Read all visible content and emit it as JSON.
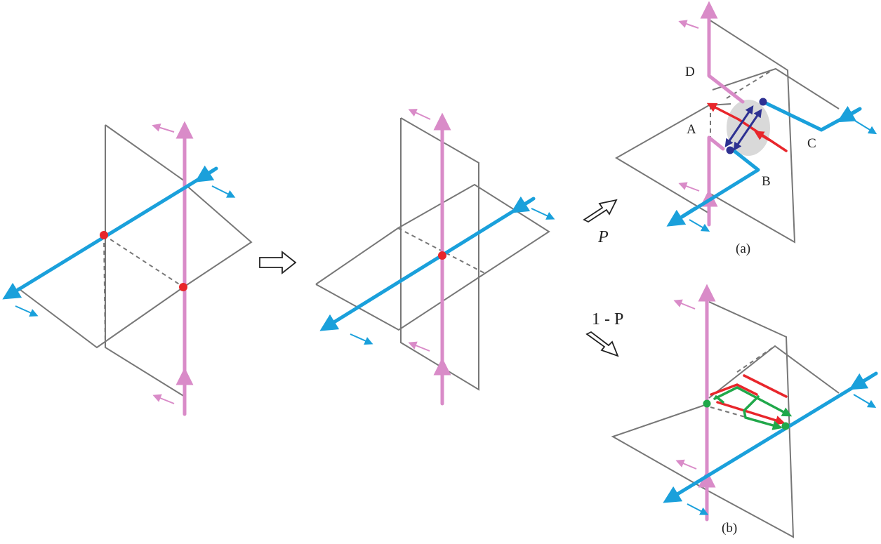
{
  "labels": {
    "P": "P",
    "one_minus_P": "1 - P",
    "a": "(a)",
    "b": "(b)",
    "A": "A",
    "B": "B",
    "C": "C",
    "D": "D"
  },
  "colors": {
    "pink_line": "#d98bc8",
    "blue_line": "#1aa0db",
    "red": "#e8262b",
    "green": "#20a84a",
    "navy": "#2e3192",
    "plane": "#777777",
    "gray_disc": "#d9d9d9"
  }
}
